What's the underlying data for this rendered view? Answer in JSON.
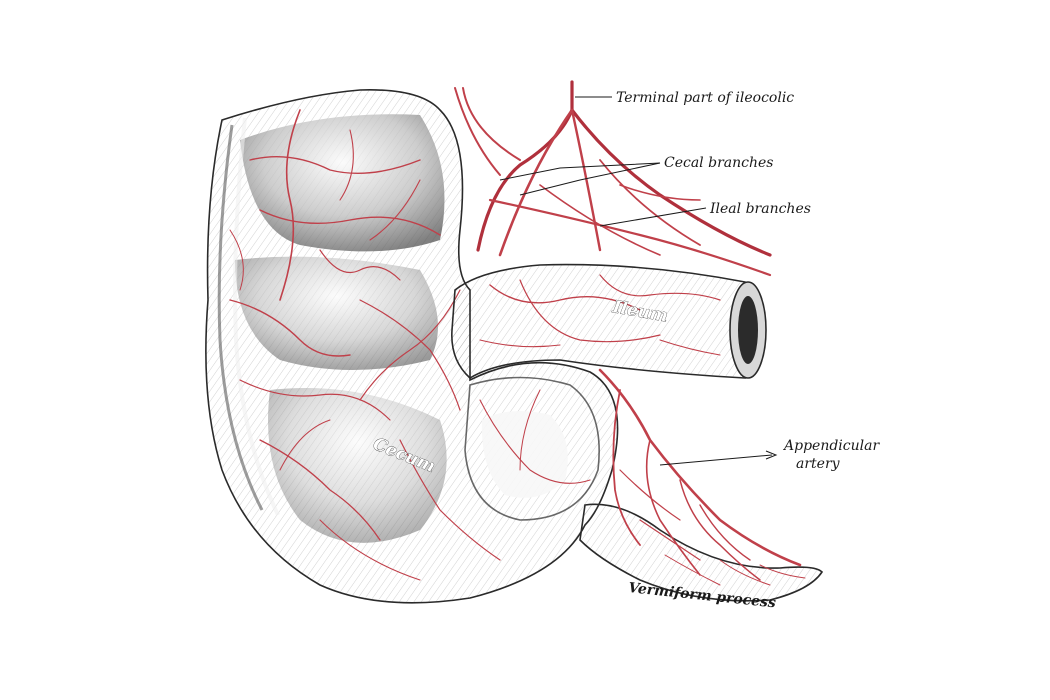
{
  "labels": {
    "terminal_ileocolic": "Terminal part of ileocolic",
    "cecal_branches": "Cecal branches",
    "ileal_branches": "Ileal branches",
    "ileum": "Ileum",
    "cecum": "Cecum",
    "appendicular_artery_line1": "Appendicular",
    "appendicular_artery_line2": "artery",
    "vermiform_process": "Vermiform process"
  },
  "colors": {
    "vessel": "#c0404a",
    "vessel_main": "#b0303c",
    "ink": "#1a1a1a",
    "organ_light": "#e8e8e8",
    "organ_dark": "#6a6a6a"
  }
}
